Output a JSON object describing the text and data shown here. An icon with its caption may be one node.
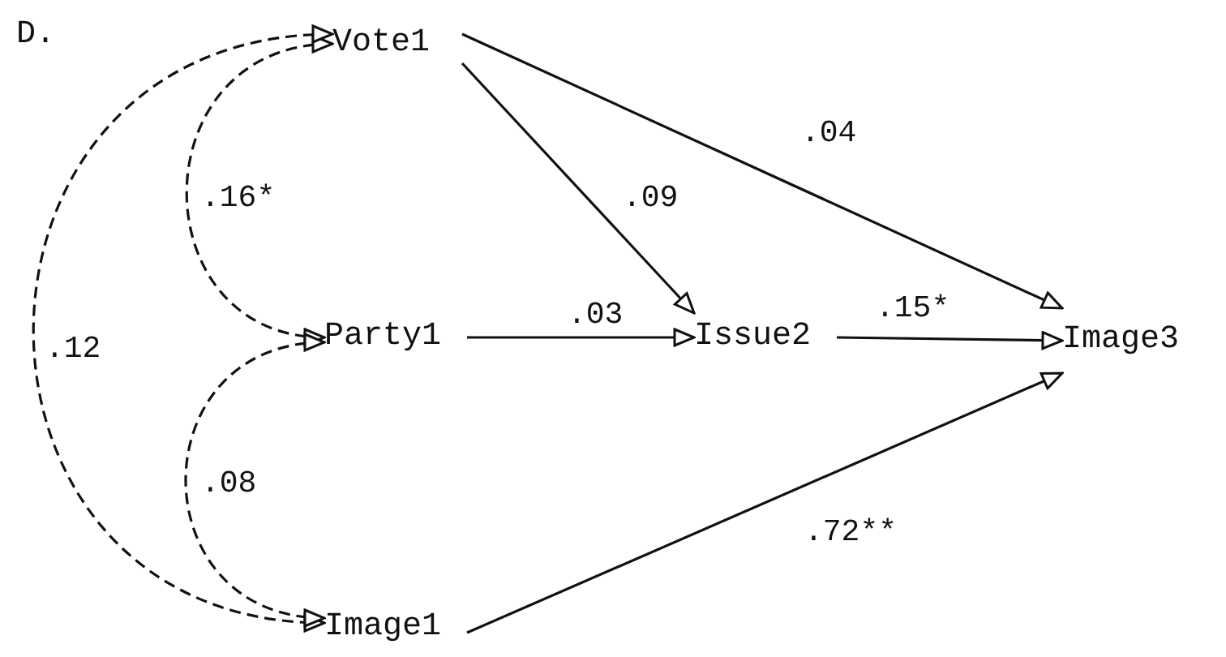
{
  "diagram": {
    "nodes": [
      {
        "text": [
          "Vote1"
        ]
      },
      {
        "text": [
          "Party1"
        ]
      },
      {
        "text": [
          "Image1"
        ]
      },
      {
        "text": [
          "Issue2"
        ]
      },
      {
        "text": [
          "Image3"
        ]
      }
    ],
    "edges": [
      {
        "from": 0,
        "to": 1,
        "arrow": "both",
        "style": "dashed",
        "label": ".16*"
      },
      {
        "from": 0,
        "to": 2,
        "arrow": "both",
        "style": "dashed",
        "label": ".12"
      },
      {
        "from": 1,
        "to": 2,
        "arrow": "both",
        "style": "dashed",
        "label": ".08"
      },
      {
        "from": 0,
        "to": 3,
        "arrow": "to",
        "label": ".09"
      },
      {
        "from": 0,
        "to": 4,
        "arrow": "to",
        "label": ".04"
      },
      {
        "from": 1,
        "to": 3,
        "arrow": "to",
        "label": ".03"
      },
      {
        "from": 3,
        "to": 4,
        "arrow": "to",
        "label": ".15*"
      },
      {
        "from": 2,
        "to": 4,
        "arrow": "to",
        "label": ".72**"
      }
    ],
    "labels": [
      "D."
    ]
  }
}
